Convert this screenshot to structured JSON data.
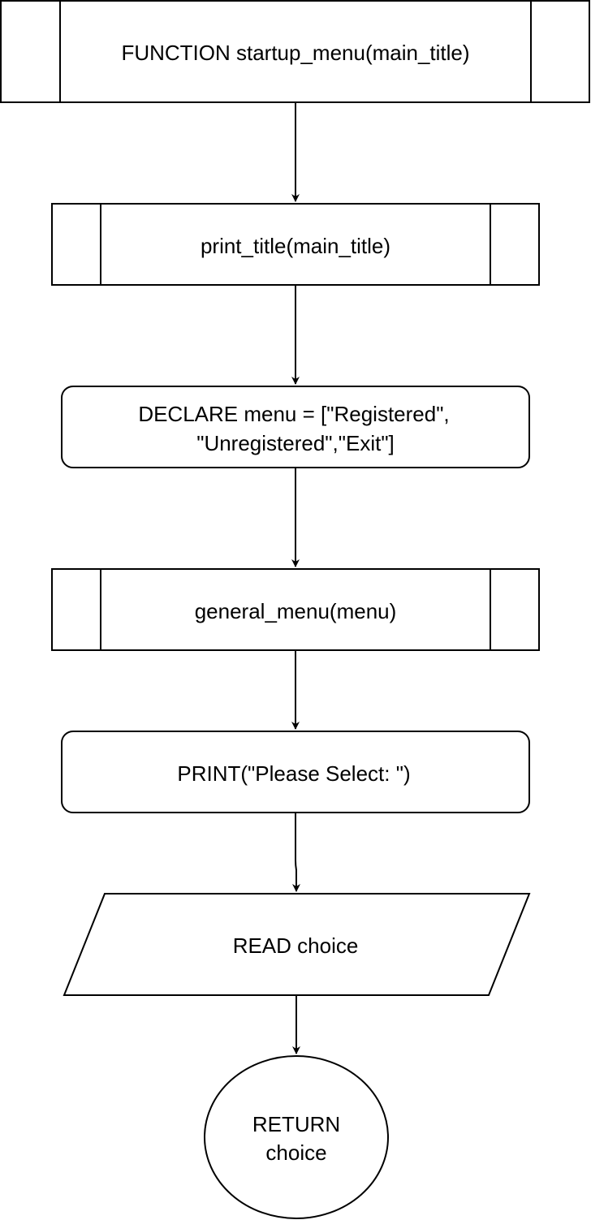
{
  "nodes": {
    "function_start": {
      "label": "FUNCTION startup_menu(main_title)"
    },
    "print_title": {
      "label": "print_title(main_title)"
    },
    "declare_menu": {
      "line1": "DECLARE menu = [\"Registered\",",
      "line2": "\"Unregistered\",\"Exit\"]"
    },
    "general_menu": {
      "label": "general_menu(menu)"
    },
    "print_select": {
      "label": "PRINT(\"Please Select: \")"
    },
    "read_choice": {
      "label": "READ choice"
    },
    "return_choice": {
      "line1": "RETURN",
      "line2": "choice"
    }
  },
  "colors": {
    "stroke": "#000000",
    "fill": "#ffffff"
  }
}
